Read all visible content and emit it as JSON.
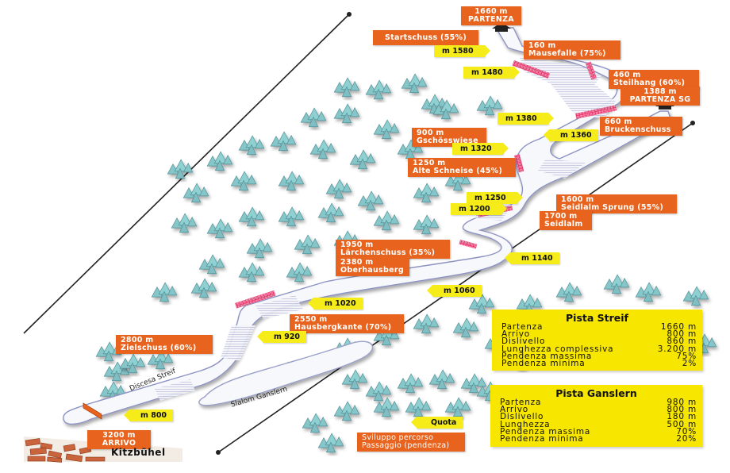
{
  "map": {
    "town": "Kitzbühel",
    "piste_names": {
      "streif": "Discesa Streif",
      "ganslern": "Slalom Ganslern"
    },
    "colors": {
      "label_orange": "#e8641e",
      "altitude_yellow": "#f5ec1a",
      "infobox_yellow": "#f7e600",
      "tree": "#7fbfc3",
      "fence": "#e0205a"
    },
    "passage_labels": [
      {
        "id": "partenza",
        "text": "1660 m\nPARTENZA"
      },
      {
        "id": "startschuss",
        "text": "Startschuss (55%)"
      },
      {
        "id": "mausefalle",
        "text": "160 m\nMausefalle (75%)"
      },
      {
        "id": "steilhang",
        "text": "460 m\nSteilhang (60%)"
      },
      {
        "id": "partenza-sg",
        "text": "1388 m\nPARTENZA SG"
      },
      {
        "id": "bruckenschuss",
        "text": "660 m\nBruckenschuss"
      },
      {
        "id": "gschosswiese",
        "text": "900 m\nGschösswiese"
      },
      {
        "id": "alte-schneise",
        "text": "1250 m\nAlte Schneise (45%)"
      },
      {
        "id": "seidlalm-sprung",
        "text": "1600 m\nSeidlalm Sprung (55%)"
      },
      {
        "id": "seidlalm",
        "text": "1700 m\nSeidlalm"
      },
      {
        "id": "larchenschuss",
        "text": "1950 m\nLärchenschuss (35%)"
      },
      {
        "id": "oberhausberg",
        "text": "2380 m\nOberhausberg"
      },
      {
        "id": "hausbergkante",
        "text": "2550 m\nHausbergkante (70%)"
      },
      {
        "id": "zielschuss",
        "text": "2800 m\nZielschuss (60%)"
      },
      {
        "id": "arrivo",
        "text": "3200 m\nARRIVO"
      }
    ],
    "altitude_markers": [
      {
        "id": "m1580",
        "text": "m 1580"
      },
      {
        "id": "m1480",
        "text": "m 1480"
      },
      {
        "id": "m1380",
        "text": "m 1380"
      },
      {
        "id": "m1360",
        "text": "m 1360"
      },
      {
        "id": "m1320",
        "text": "m 1320"
      },
      {
        "id": "m1250",
        "text": "m 1250"
      },
      {
        "id": "m1200",
        "text": "m 1200"
      },
      {
        "id": "m1140",
        "text": "m 1140"
      },
      {
        "id": "m1060",
        "text": "m 1060"
      },
      {
        "id": "m1020",
        "text": "m 1020"
      },
      {
        "id": "m920",
        "text": "m 920"
      },
      {
        "id": "m800",
        "text": "m 800"
      }
    ],
    "legend": {
      "quota": "Quota",
      "sviluppo": "Sviluppo percorso\nPassaggio (pendenza)"
    }
  },
  "info": {
    "streif": {
      "title": "Pista Streif",
      "rows": [
        {
          "label": "Partenza",
          "value": "1660 m"
        },
        {
          "label": "Arrivo",
          "value": "800 m"
        },
        {
          "label": "Dislivello",
          "value": "860 m"
        },
        {
          "label": "Lunghezza complessiva",
          "value": "3.200 m"
        },
        {
          "label": "Pendenza massima",
          "value": "75%"
        },
        {
          "label": "Pendenza minima",
          "value": "2%"
        }
      ]
    },
    "ganslern": {
      "title": "Pista Ganslern",
      "rows": [
        {
          "label": "Partenza",
          "value": "980 m"
        },
        {
          "label": "Arrivo",
          "value": "800 m"
        },
        {
          "label": "Dislivello",
          "value": "180 m"
        },
        {
          "label": "Lunghezza",
          "value": "500 m"
        },
        {
          "label": "Pendenza massima",
          "value": "70%"
        },
        {
          "label": "Pendenza minima",
          "value": "20%"
        }
      ]
    }
  }
}
